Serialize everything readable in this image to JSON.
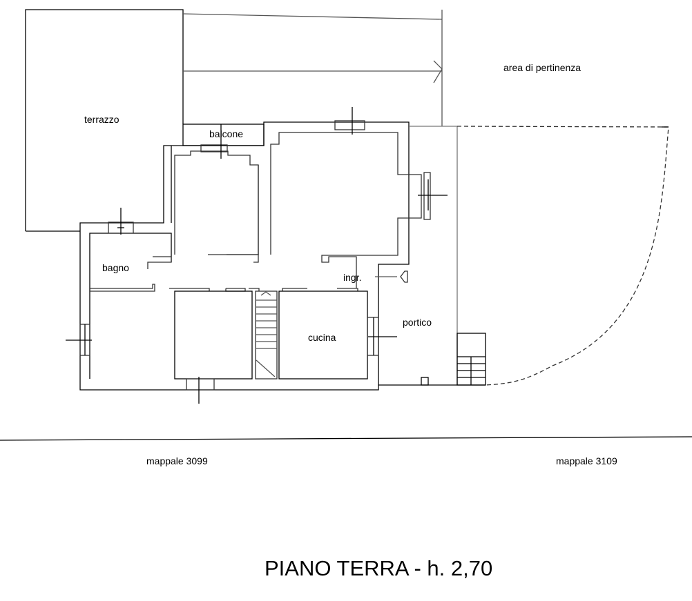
{
  "rooms": {
    "terrazzo": "terrazzo",
    "balcone": "balcone",
    "bagno": "bagno",
    "ingresso": "ingr.",
    "cucina": "cucina",
    "portico": "portico",
    "area": "area di pertinenza"
  },
  "parcels": {
    "left": "mappale 3099",
    "right": "mappale 3109"
  },
  "title": "PIANO TERRA - h. 2,70"
}
